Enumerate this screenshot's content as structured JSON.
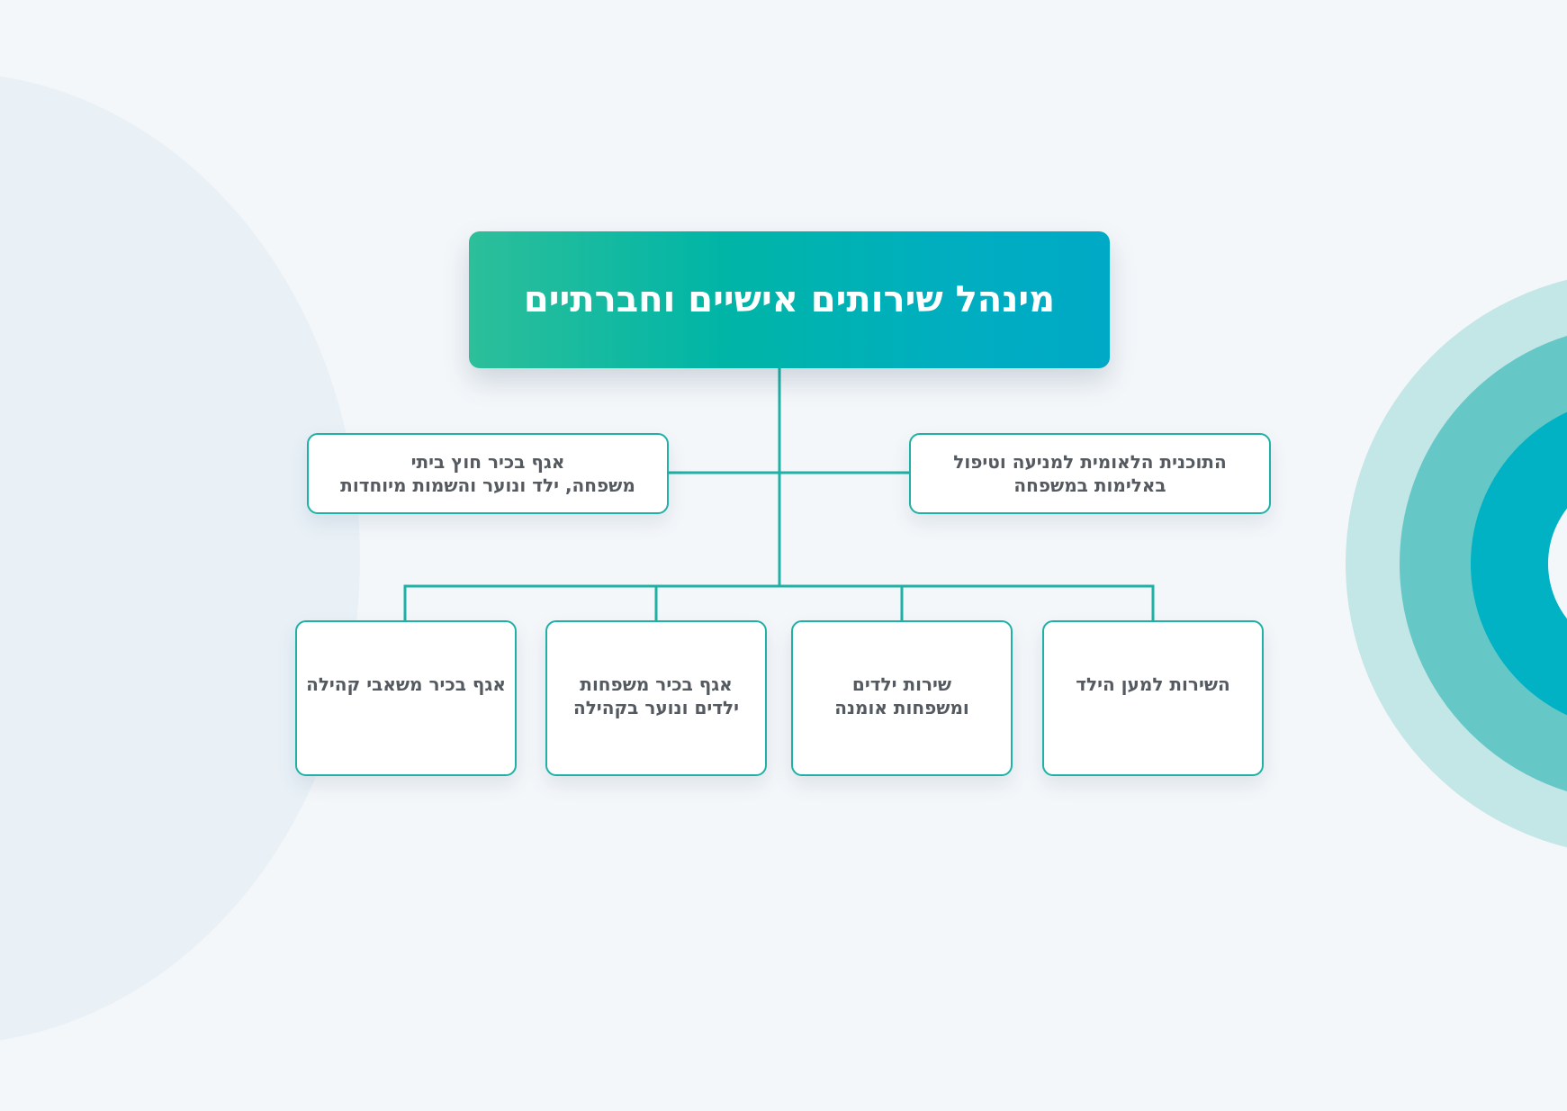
{
  "diagram": {
    "root": {
      "title": "מינהל שירותים אישיים וחברתיים"
    },
    "middle": [
      {
        "lines": [
          "התוכנית הלאומית למניעה וטיפול",
          "באלימות במשפחה"
        ]
      },
      {
        "lines": [
          "אגף בכיר חוץ ביתי",
          "משפחה, ילד ונוער והשמות מיוחדות"
        ]
      }
    ],
    "bottom": [
      {
        "lines": [
          "השירות למען הילד"
        ]
      },
      {
        "lines": [
          "שירות ילדים",
          "ומשפחות אומנה"
        ]
      },
      {
        "lines": [
          "אגף בכיר משפחות",
          "ילדים ונוער בקהילה"
        ]
      },
      {
        "lines": [
          "אגף בכיר משאבי קהילה"
        ]
      }
    ]
  },
  "colors": {
    "connector": "#1fb0a6",
    "node_border": "#1fb0a6",
    "root_gradient_start": "#2cbf9a",
    "root_gradient_end": "#00a9c6",
    "ring_outer": "#c3e6e6",
    "ring_middle": "#66c7c7",
    "ring_inner": "#00b2c4"
  }
}
